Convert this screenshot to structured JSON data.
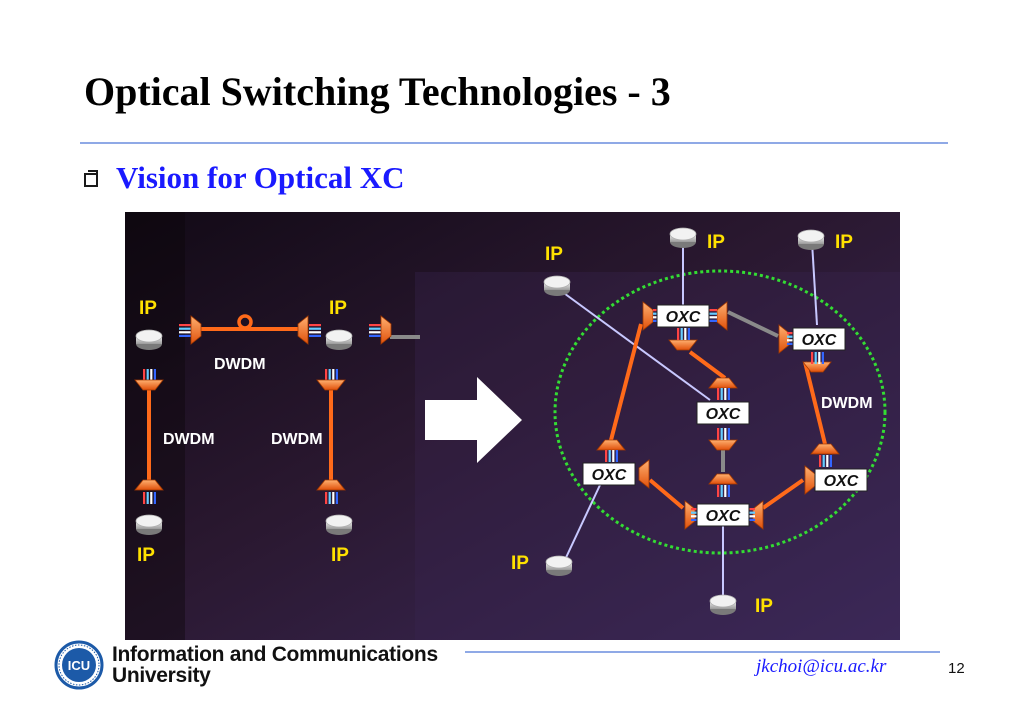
{
  "slide": {
    "title": "Optical Switching Technologies - 3",
    "bullet": "Vision for Optical XC",
    "footer": {
      "org_line1": "Information and Communications",
      "org_line2": "University",
      "logo_text": "ICU",
      "email": "jkchoi@icu.ac.kr",
      "page_number": "12"
    }
  },
  "figure": {
    "ip_label": "IP",
    "dwdm_label": "DWDM",
    "oxc_label": "OXC",
    "colors": {
      "background": "#2a1a3a",
      "fiber": "#ff6a1a",
      "link_gray": "#8a8a8a",
      "light_link": "#c8c8ff",
      "ring_dotted": "#33dd33",
      "ip_text": "#ffe100",
      "arrow": "#ffffff"
    }
  }
}
